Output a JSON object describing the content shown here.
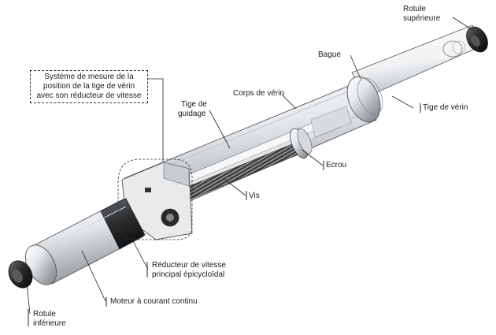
{
  "labels": {
    "rotule_sup_1": "Rotule",
    "rotule_sup_2": "supérieure",
    "bague": "Bague",
    "systeme_1": "Système de mesure de la",
    "systeme_2": "position de la tige de vérin",
    "systeme_3": "avec son réducteur de vitesse",
    "corps": "Corps de vérin",
    "tige_verin": "Tige de vérin",
    "tige_guidage_1": "Tige de",
    "tige_guidage_2": "guidage",
    "ecrou": "Ecrou",
    "vis": "Vis",
    "reducteur_1": "Réducteur de vitesse",
    "reducteur_2": "principal épicycloïdal",
    "moteur": "Moteur à courant continu",
    "rotule_inf_1": "Rotule",
    "rotule_inf_2": "inférieure"
  },
  "colors": {
    "body_light": "#eef0f2",
    "body_shade": "#9ea4aa",
    "dark": "#2a2a2a",
    "line": "#222222"
  }
}
